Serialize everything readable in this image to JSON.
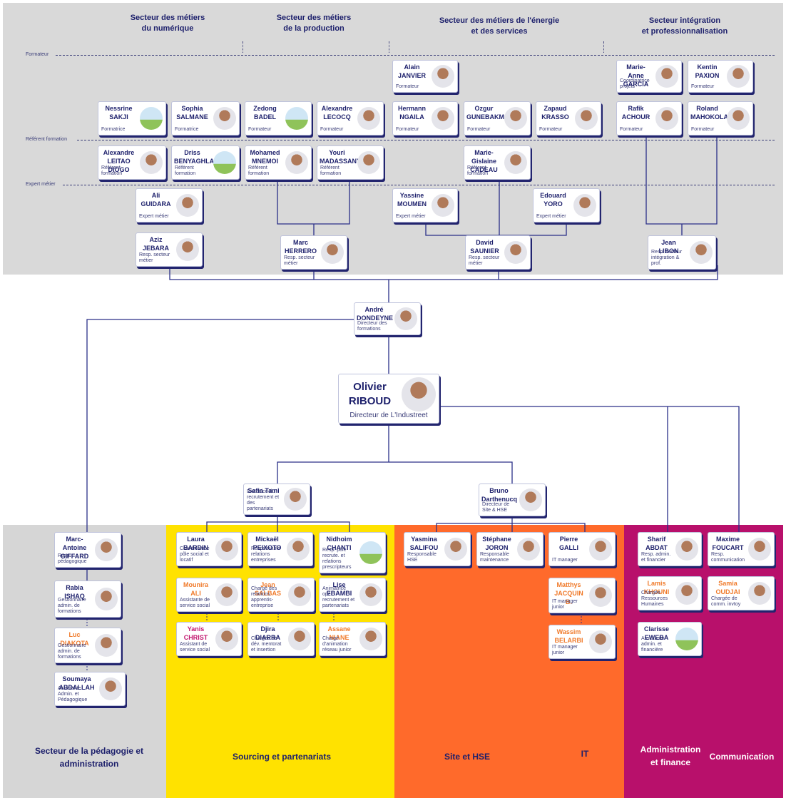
{
  "sectors": {
    "numerique": "Secteur des métiers\ndu numérique",
    "production": "Secteur des métiers\nde la production",
    "energie": "Secteur des métiers de l'énergie\net des services",
    "integration": "Secteur intégration\net professionnalisation"
  },
  "row_labels": {
    "formateur": "Formateur",
    "referent": "Référent formation",
    "expert": "Expert métier"
  },
  "people": {
    "janvier": {
      "fn": "Alain",
      "ln": "JANVIER",
      "role": "Formateur"
    },
    "garcia": {
      "fn": "Marie-Anne",
      "ln": "GARCIA",
      "role": "Coordinatrice projets"
    },
    "paxion": {
      "fn": "Kentin",
      "ln": "PAXION",
      "role": "Formateur"
    },
    "sakji": {
      "fn": "Nessrine",
      "ln": "SAKJI",
      "role": "Formatrice"
    },
    "salmane": {
      "fn": "Sophia",
      "ln": "SALMANE",
      "role": "Formatrice"
    },
    "badel": {
      "fn": "Zedong",
      "ln": "BADEL",
      "role": "Formateur"
    },
    "lecocq": {
      "fn": "Alexandre",
      "ln": "LECOCQ",
      "role": "Formateur"
    },
    "ngaila": {
      "fn": "Hermann",
      "ln": "NGAILA",
      "role": "Formateur"
    },
    "gunebakmaz": {
      "fn": "Ozgur",
      "ln": "GUNEBAKMAZ",
      "role": "Formateur"
    },
    "krasso": {
      "fn": "Zapaud",
      "ln": "KRASSO",
      "role": "Formateur"
    },
    "achour": {
      "fn": "Rafik",
      "ln": "ACHOUR",
      "role": "Formateur"
    },
    "mahokola": {
      "fn": "Roland",
      "ln": "MAHOKOLA",
      "role": "Formateur"
    },
    "leitao": {
      "fn": "Alexandre",
      "ln": "LEITAO DIOGO",
      "role": "Référent formation"
    },
    "benyaghla": {
      "fn": "Driss",
      "ln": "BENYAGHLA",
      "role": "Référent formation"
    },
    "mnemoi": {
      "fn": "Mohamed",
      "ln": "MNEMOI",
      "role": "Référent formation"
    },
    "madassany": {
      "fn": "Youri",
      "ln": "MADASSANY",
      "role": "Référent formation"
    },
    "cadeau": {
      "fn": "Marie-Gislaine",
      "ln": "CADEAU",
      "role": "Référent formation"
    },
    "guidara": {
      "fn": "Ali",
      "ln": "GUIDARA",
      "role": "Expert métier"
    },
    "moumen": {
      "fn": "Yassine",
      "ln": "MOUMEN",
      "role": "Expert métier"
    },
    "yoro": {
      "fn": "Edouard",
      "ln": "YORO",
      "role": "Expert métier"
    },
    "jebara": {
      "fn": "Aziz",
      "ln": "JEBARA",
      "role": "Resp. secteur métier"
    },
    "herrero": {
      "fn": "Marc",
      "ln": "HERRERO",
      "role": "Resp. secteur métier"
    },
    "saunier": {
      "fn": "David",
      "ln": "SAUNIER",
      "role": "Resp. secteur métier"
    },
    "libon": {
      "fn": "Jean",
      "ln": "LIBON",
      "role": "Resp. secteur intégration & prof."
    },
    "dondeyne": {
      "fn": "André",
      "ln": "DONDEYNE",
      "role": "Directeur des formations"
    },
    "riboud": {
      "fn": "Olivier",
      "ln": "RIBOUD",
      "role": "Directeur de L'Industreet"
    },
    "tami": {
      "fn": "Safia Tami",
      "ln": "",
      "role": "Directrice du recrutement et des partenariats"
    },
    "darthenucq": {
      "fn": "Bruno",
      "ln": "Darthenucq",
      "role": "Directeur de Site & HSE"
    },
    "giffard": {
      "fn": "Marc-Antoine",
      "ln": "GIFFARD",
      "role": "Resp. pédagogique"
    },
    "ishaq": {
      "fn": "Rabia",
      "ln": "ISHAQ",
      "role": "Gestionnaire admin. de formations"
    },
    "diakota": {
      "fn": "Luc",
      "ln": "DIAKOTA",
      "role": "Gestionnaire admin. de formations"
    },
    "abdallah": {
      "fn": "Soumaya",
      "ln": "ABDALLAH",
      "role": "Assistante Admin. et Pédagogique"
    },
    "bardin": {
      "fn": "Laura",
      "ln": "BARDIN",
      "role": "Coordinatrice pôle social et locatif"
    },
    "peixoto": {
      "fn": "Mickaël",
      "ln": "PEIXOTO",
      "role": "Responsable relations entreprises"
    },
    "chanti": {
      "fn": "Nidhoim",
      "ln": "CHANTI",
      "role": "Resp. pôle recrute. et relations prescripteurs"
    },
    "ali": {
      "fn": "Mounira",
      "ln": "ALI",
      "role": "Assistante de service social"
    },
    "salbas": {
      "fn": "Jean",
      "ln": "SALBAS",
      "role": "Chargé des relations apprentis-entreprise"
    },
    "ebambi": {
      "fn": "Lise",
      "ln": "EBAMBI",
      "role": "Animatrice opé. recrutement et partenariats"
    },
    "christ": {
      "fn": "Yanis",
      "ln": "CHRIST",
      "role": "Assistant de service social"
    },
    "diarra": {
      "fn": "Djira",
      "ln": "DIARRA",
      "role": "Chargée de dév. mentorat et insertion"
    },
    "niane": {
      "fn": "Assane",
      "ln": "NIANE",
      "role": "Chargé d'animation réseau junior"
    },
    "salifou": {
      "fn": "Yasmina",
      "ln": "SALIFOU",
      "role": "Responsable HSE"
    },
    "joron": {
      "fn": "Stéphane",
      "ln": "JORON",
      "role": "Responsable maintenance"
    },
    "galli": {
      "fn": "Pierre",
      "ln": "GALLI",
      "role": "IT manager"
    },
    "jacquin": {
      "fn": "Matthys",
      "ln": "JACQUIN B.",
      "role": "IT manager junior"
    },
    "belarbi": {
      "fn": "Wassim",
      "ln": "BELARBI",
      "role": "IT manager junior"
    },
    "abdat": {
      "fn": "Sharif",
      "ln": "ABDAT",
      "role": "Resp. admin. et financier"
    },
    "foucart": {
      "fn": "Maxime",
      "ln": "FOUCART",
      "role": "Resp. communication"
    },
    "khouni": {
      "fn": "Lamis",
      "ln": "KHOUNI",
      "role": "Chargée Ressources Humaines"
    },
    "oudjai": {
      "fn": "Samia",
      "ln": "OUDJAI",
      "role": "Chargée de comm. invtoy"
    },
    "eweba": {
      "fn": "Clarisse",
      "ln": "EWEBA",
      "role": "Assistante admin. et financière"
    }
  },
  "bottom_labels": {
    "pedagogie": "Secteur de la pédagogie et\nadministration",
    "sourcing": "Sourcing et partenariats",
    "site": "Site et HSE",
    "it": "IT",
    "admin": "Administration\net finance",
    "communication": "Communication"
  },
  "colors": {
    "top_band": "#d9d9d9",
    "pedagogie": "#d6d6d6",
    "sourcing": "#ffe200",
    "site": "#ff6a2b",
    "admin": "#b8106b",
    "lines": "#2a2f88"
  }
}
